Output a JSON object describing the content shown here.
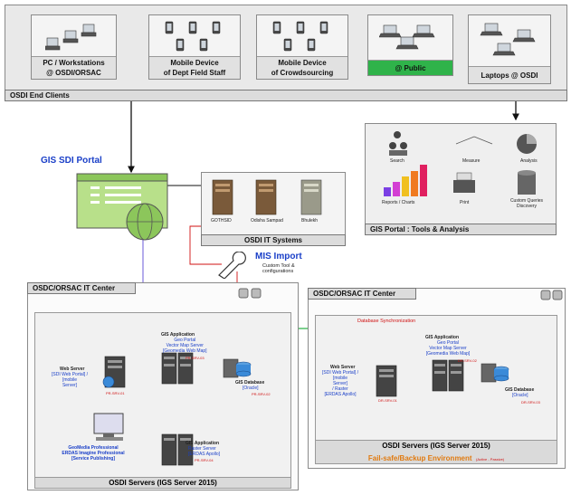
{
  "clients": {
    "title": "OSDI End Clients",
    "items": [
      {
        "label": "PC / Workstations\n@ OSDI/ORSAC",
        "icon": "workstation-icon"
      },
      {
        "label": "Mobile Device\nof Dept Field Staff",
        "icon": "mobile-device-icon"
      },
      {
        "label": "Mobile Device\nof Crowdsourcing",
        "icon": "mobile-device-icon"
      },
      {
        "label": "@ Public",
        "icon": "laptop-icon"
      },
      {
        "label": "Laptops @ OSDI",
        "icon": "laptop-icon"
      }
    ]
  },
  "portal": {
    "title": "GIS SDI Portal"
  },
  "tools": {
    "title": "GIS Portal : Tools & Analysis",
    "items": [
      "Search",
      "Measure",
      "Analysis",
      "Reports / Charts",
      "Print",
      "Custom Queries\nDiscovery"
    ]
  },
  "it_systems": {
    "title": "OSDI IT Systems",
    "servers": [
      "GOTHSID",
      "Odisha Sampad",
      "Bhulekh"
    ]
  },
  "mis": {
    "title": "MIS Import",
    "subtitle": "Custom Tool &\nconfigurations"
  },
  "primary": {
    "center_title": "OSDC/ORSAC IT Center",
    "gis_app_label": "GIS Application",
    "gis_app_detail": "Geo Portal\nVector Map Server\n[Geomedia Web Map]",
    "gis_app_ip": "PR-SRV-03",
    "web_server_label": "Web Server",
    "web_server_detail": "[SDI Web Portal] /\n[mobile\nServer]",
    "web_server_ip": "PR-SRV-01",
    "db_label": "GIS Database",
    "db_detail": "[Oracle]",
    "db_ip": "PR-SRV-02",
    "raster_label": "GIS Application",
    "raster_detail": "Raster Server\n[ERDAS Apollo]",
    "raster_ip": "PR-SRV-04",
    "workstation_detail": "GeoMedia Professional\nERDAS Imagine Professional\n[Service Publishing]",
    "footer": "OSDI Servers (IGS Server 2015)"
  },
  "backup": {
    "center_title": "OSDC/ORSAC IT Center",
    "sync_label": "Database Synchronization",
    "gis_app_label": "GIS Application",
    "gis_app_detail": "Geo Portal\nVector Map Server\n[Geomedia Web Map]",
    "gis_app_ip": "DR-SRV-02",
    "web_server_label": "Web Server",
    "web_server_detail": "[SDI Web Portal] /\n[mobile\nServer]\n/ Raster\n[ERDAS Apollo]",
    "web_server_ip": "DR-SRV-01",
    "db_label": "GIS Database",
    "db_detail": "[Oracle]",
    "db_ip": "DR-SRV-03",
    "footer": "OSDI Servers (IGS Server 2015)",
    "footer2": "Fail-safe/Backup Environment",
    "footer2_note": "(Active - Passive)"
  },
  "colors": {
    "green": "#2fb34a",
    "blue": "#6a5ad8",
    "red": "#d01010",
    "portal": "#b8e08a"
  }
}
